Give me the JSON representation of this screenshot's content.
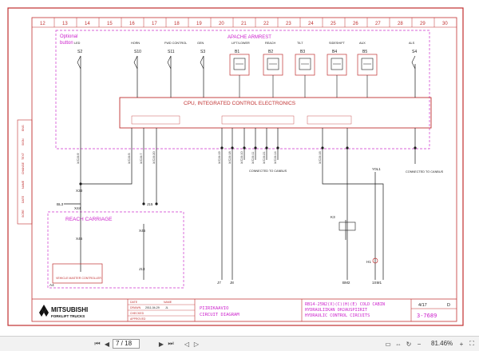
{
  "column_numbers": [
    "12",
    "13",
    "14",
    "15",
    "16",
    "17",
    "18",
    "19",
    "20",
    "21",
    "22",
    "23",
    "24",
    "25",
    "26",
    "27",
    "28",
    "29",
    "30"
  ],
  "side_labels": [
    "SCRE",
    "DATE",
    "NAME",
    "CHANGE",
    "TEXT",
    "SIGN",
    "ENG"
  ],
  "optional_button_label": [
    "Optional",
    "button"
  ],
  "apache_armrest_label": "APACHE ARMREST",
  "cpu_label": "CPU, INTEGRATED CONTROL ELECTRONICS",
  "switches": [
    "S2",
    "S10",
    "S11",
    "S3",
    "B1",
    "B2",
    "B3",
    "B4",
    "B5",
    "S4"
  ],
  "switch_captions": [
    "LED",
    "HORN",
    "FWD CONTROL",
    "GEN",
    "LIFT/LOWER",
    "REACH",
    "TILT",
    "SIDESHIFT",
    "AUX",
    "ALS"
  ],
  "connector_labels": [
    "X/CJ4:9",
    "X/CJ4:5",
    "X/CJ4:7",
    "X/CJ4:20",
    "X/CJ4:19",
    "X/CJ4:18",
    "X/CJ4:10",
    "X/CJ4:11",
    "X/CJ4:21",
    "X/CJ4:14",
    "X/CJ4:16"
  ],
  "reach_carriage_label": "REACH CARRIAGE",
  "lower_components": [
    "BL3",
    "J15",
    "X44",
    "X45",
    "X46",
    "J13",
    "A4",
    "K3",
    "X33",
    "H1",
    "J7",
    "J8",
    "BM2",
    "1SM1",
    "Y0L1"
  ],
  "connected_note": "CONNECTED TO CANBUS",
  "vehicle_controller": "VEHICLE MASTER CONTROLLER",
  "title_block": {
    "brand_top": "MITSUBISHI",
    "brand_bottom": "FORKLIFT TRUCKS",
    "date_label": "DATE",
    "name_label": "NAME",
    "drawn_label": "DRAWN",
    "checked_label": "CHECKED",
    "approved_label": "APPROVED",
    "date_value": "2011-04-29",
    "name_value": "JL",
    "fi_title": "PIIRIKAAVIO",
    "en_title": "CIRCUIT DIAGRAM",
    "desc_line1": "RB14-25N2(X)(C)(H)(E) COLD CABIN",
    "desc_line2": "HYDRAULIIKAN OHJAUSPIIRIT",
    "desc_line3": "HYDRAULIC CONTROL CIRCUITS",
    "sheet": "4/17",
    "rev_label": "D",
    "drawing_no": "3-7689"
  },
  "toolbar": {
    "page_value": "7 / 18",
    "zoom": "81.46%"
  },
  "colors": {
    "frame": "#c03030",
    "wire": "#1a1a1a",
    "dashed": "#cc33cc",
    "title_text": "#cc22cc"
  }
}
